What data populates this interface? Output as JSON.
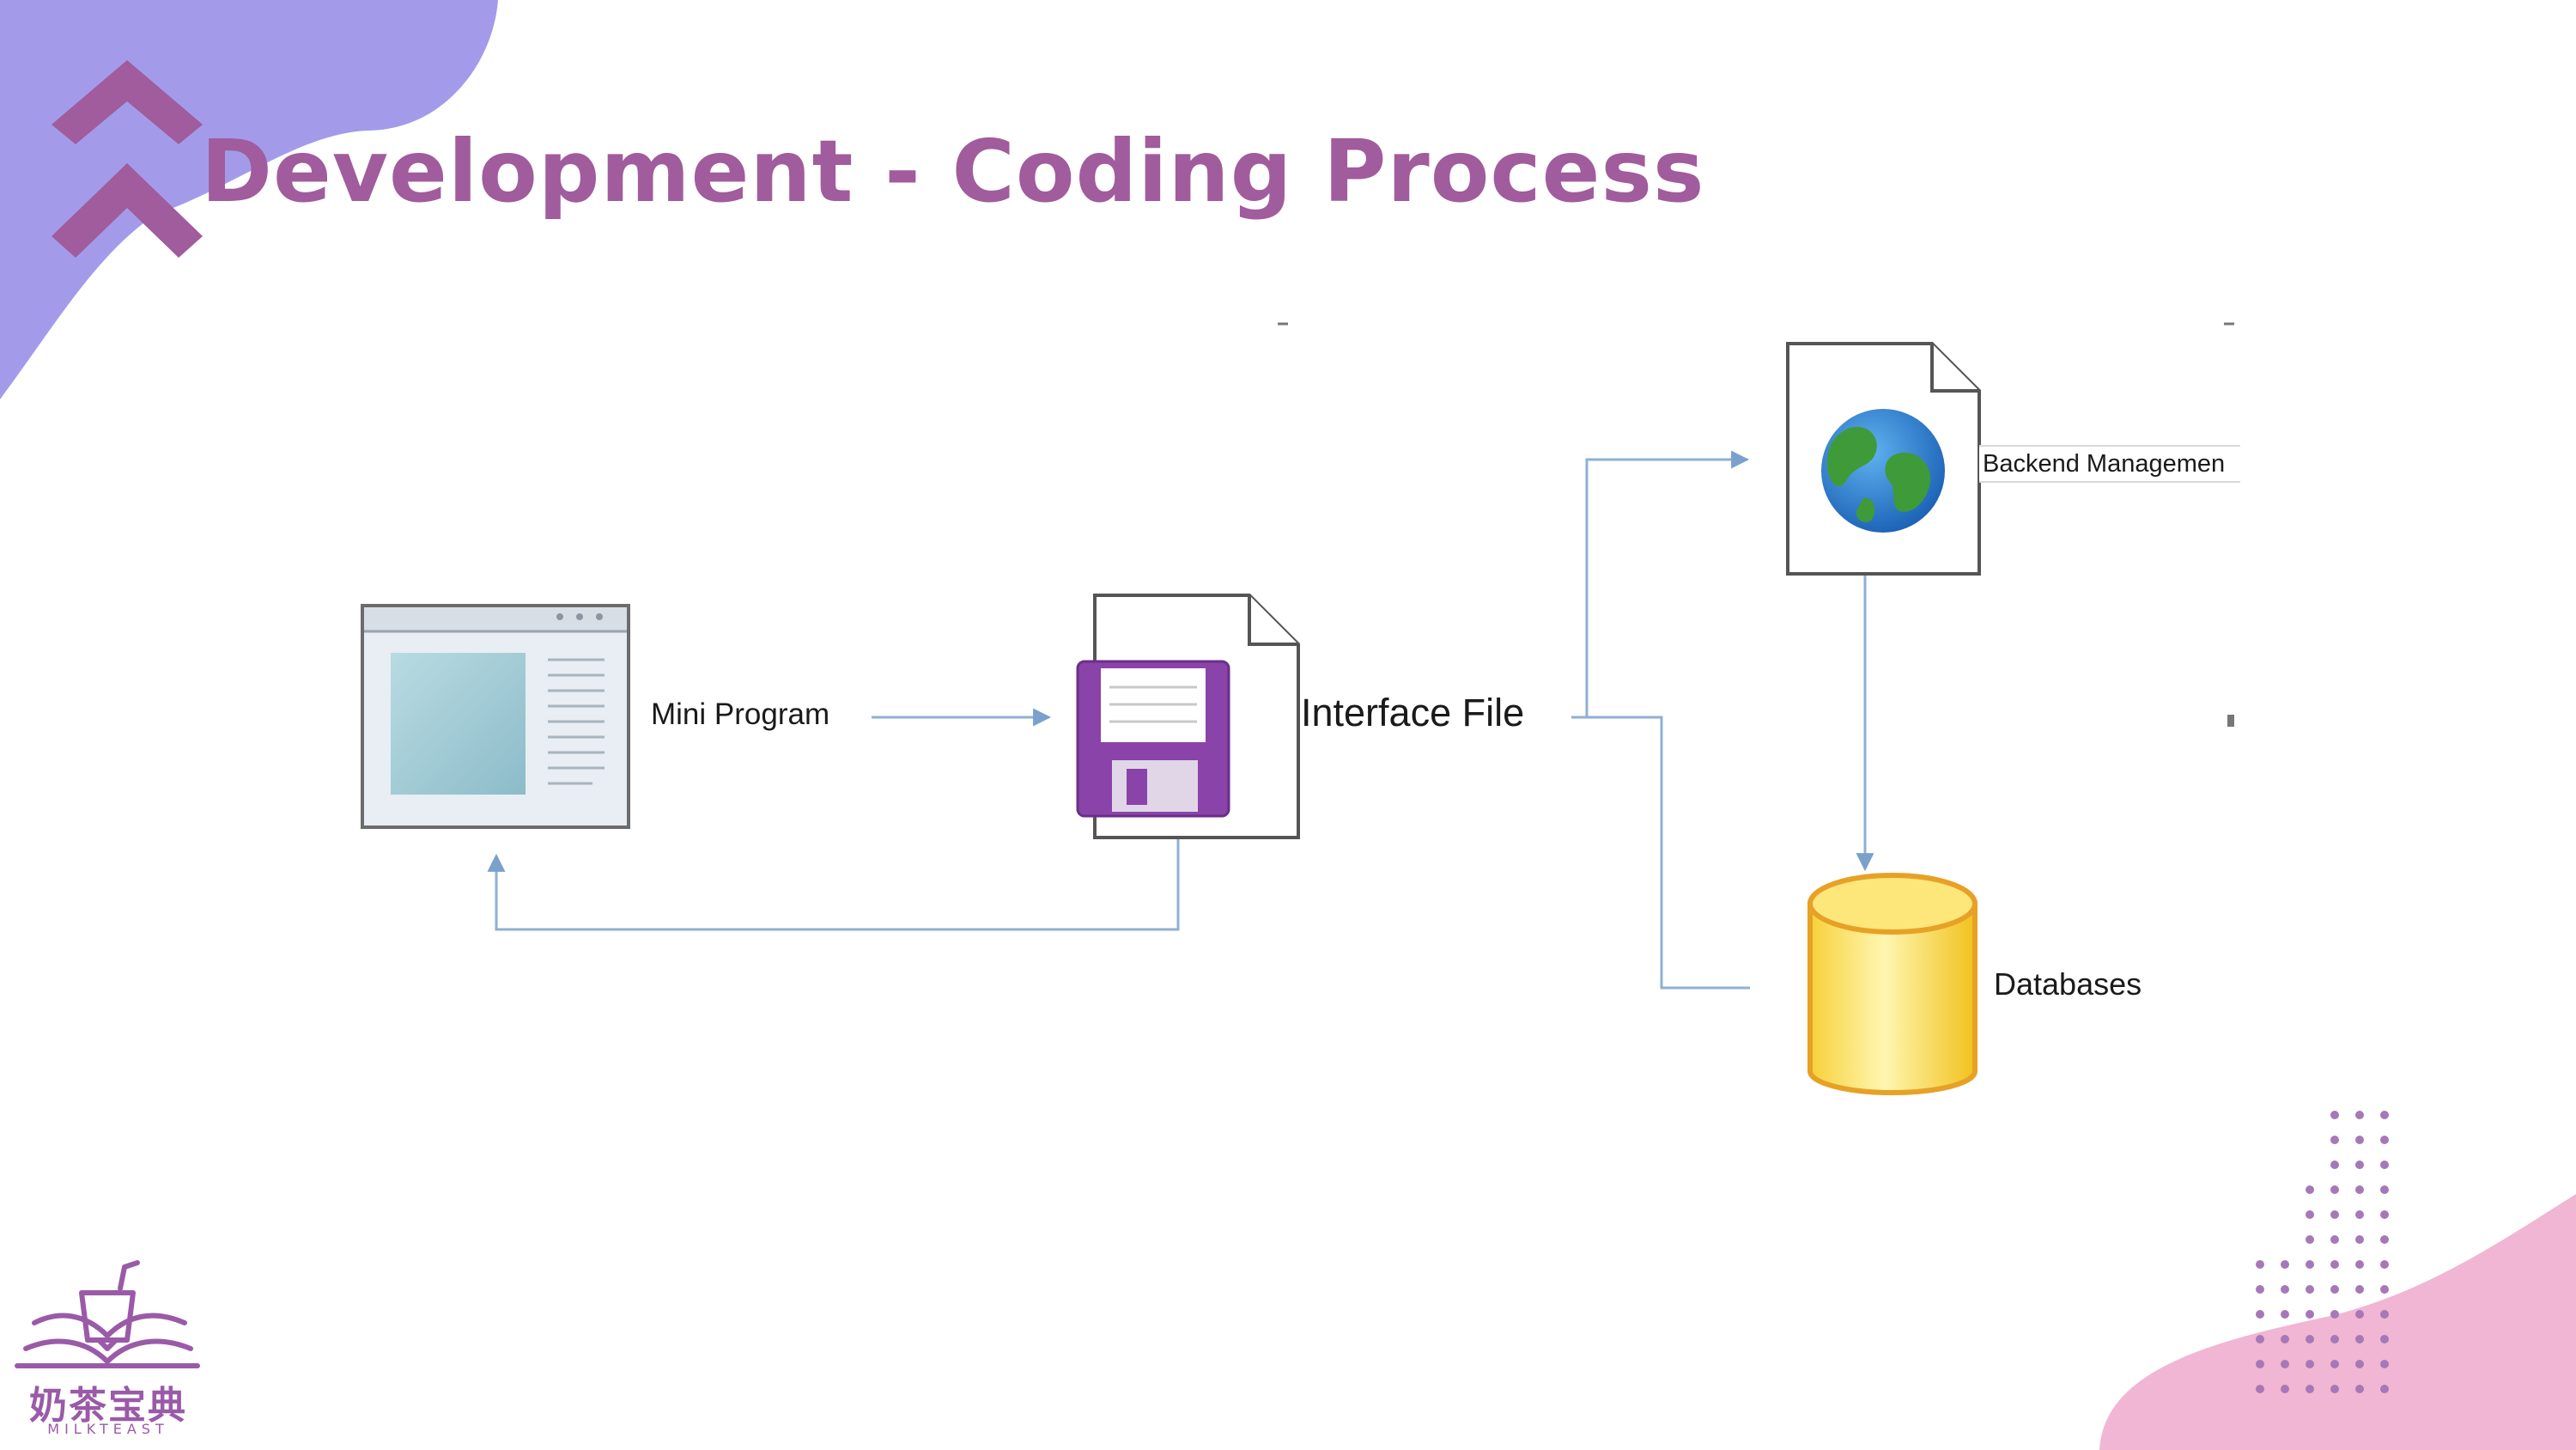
{
  "slide": {
    "title": "Development - Coding Process"
  },
  "diagram": {
    "nodes": {
      "mini_program": "Mini Program",
      "interface_file": "Interface File",
      "backend": "Backend Managemen",
      "databases": "Databases"
    }
  },
  "logo": {
    "brand": "奶茶宝典",
    "subtitle": "MILKTEAST"
  },
  "colors": {
    "title": "#a05c9c",
    "blob_purple": "#a39bea",
    "blob_pink": "#f1b6d3",
    "dots": "#a678b8",
    "connector": "#8fb0d3"
  }
}
